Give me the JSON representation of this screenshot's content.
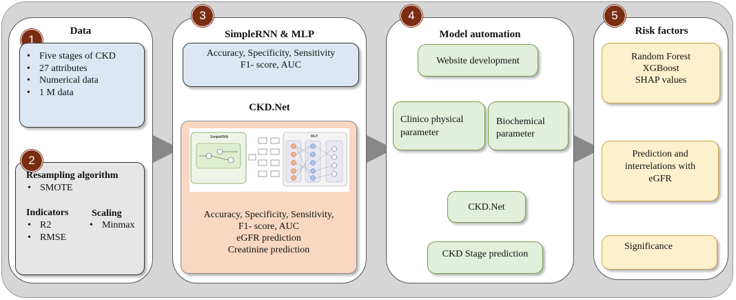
{
  "colors": {
    "circle": "#7a2d12",
    "arrow": "#8a8a8a",
    "blue_box": "#dce7f3",
    "peach_box": "#f9d7c2",
    "green_box": "#e2efda",
    "yellow_box": "#fdf0cc"
  },
  "panel1": {
    "number": "1",
    "title": "Data",
    "items": [
      "Five stages of CKD",
      "27 attributes",
      "Numerical data",
      "1 M data"
    ]
  },
  "panel2": {
    "number": "2",
    "resampling_title": "Resampling algorithm",
    "resampling_items": [
      "SMOTE"
    ],
    "indicators_title": "Indicators",
    "indicators_items": [
      "R2",
      "RMSE"
    ],
    "scaling_title": "Scaling",
    "scaling_items": [
      "Minmax"
    ]
  },
  "panel3": {
    "number": "3",
    "title": "SimpleRNN & MLP",
    "metrics_line1": "Accuracy, Specificity,  Sensitivity",
    "metrics_line2": "F1- score, AUC",
    "ckd_title": "CKD.Net",
    "figure_label_rnn": "SimpleRNN",
    "figure_label_mlp": "MLP",
    "result_lines": [
      "Accuracy, Specificity,  Sensitivity,",
      "F1- score, AUC",
      "eGFR prediction",
      "Creatinine prediction"
    ]
  },
  "panel4": {
    "number": "4",
    "title": "Model automation",
    "website": "Website development",
    "clinico_line1": "Clinico  physical",
    "clinico_line2": "parameter",
    "bio_line1": "Biochemical",
    "bio_line2": "parameter",
    "ckdnet": "CKD.Net",
    "stage": "CKD Stage prediction"
  },
  "panel5": {
    "number": "5",
    "title": "Risk factors",
    "methods": [
      "Random Forest",
      "XGBoost",
      "SHAP values"
    ],
    "prediction_lines": [
      "Prediction and",
      "interrelations with",
      "eGFR"
    ],
    "significance": "Significance"
  }
}
